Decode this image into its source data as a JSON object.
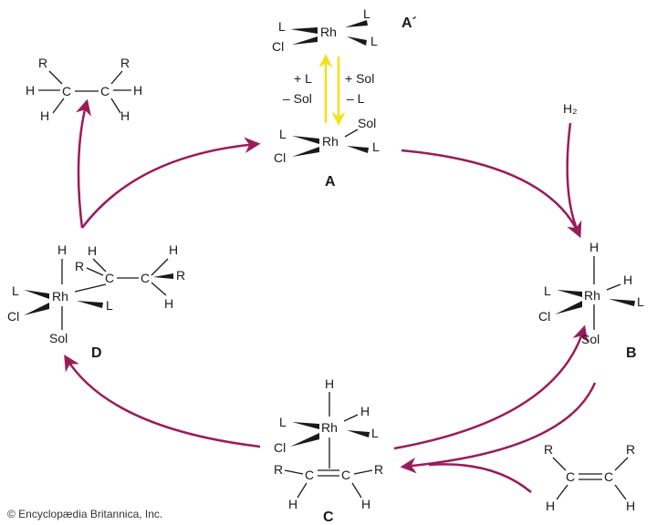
{
  "colors": {
    "cycle_arrow": "#9b1b5a",
    "equilibrium_arrow": "#f2e21c",
    "ink": "#1a1a1a"
  },
  "complex_a_prime": {
    "label": "A´",
    "metal": "Rh",
    "ligand": "L",
    "chloride": "Cl"
  },
  "complex_a": {
    "label": "A",
    "metal": "Rh",
    "ligand": "L",
    "chloride": "Cl",
    "solvent": "Sol"
  },
  "equilibrium": {
    "left_top": "+ L",
    "left_bottom": "– Sol",
    "right_top": "+ Sol",
    "right_bottom": "– L"
  },
  "reagent_h2": {
    "label": "H₂"
  },
  "complex_b": {
    "label": "B",
    "metal": "Rh",
    "ligand": "L",
    "chloride": "Cl",
    "solvent": "Sol",
    "hydride": "H"
  },
  "complex_c": {
    "label": "C",
    "metal": "Rh",
    "ligand": "L",
    "chloride": "Cl",
    "hydride": "H",
    "substituent": "R",
    "carbon": "C"
  },
  "complex_d": {
    "label": "D",
    "metal": "Rh",
    "ligand": "L",
    "chloride": "Cl",
    "solvent": "Sol",
    "hydride": "H",
    "substituent": "R",
    "carbon": "C"
  },
  "alkene": {
    "substituent": "R",
    "carbon": "C",
    "hydrogen": "H"
  },
  "alkane": {
    "substituent": "R",
    "carbon": "C",
    "hydrogen": "H"
  },
  "credit": "© Encyclopædia Britannica, Inc."
}
